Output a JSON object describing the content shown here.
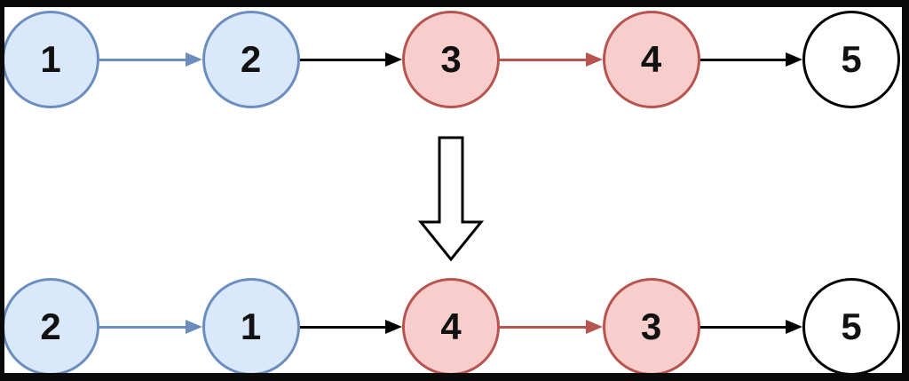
{
  "diagram": {
    "rows": [
      {
        "nodes": [
          {
            "label": "1",
            "type": "blue"
          },
          {
            "label": "2",
            "type": "blue"
          },
          {
            "label": "3",
            "type": "red"
          },
          {
            "label": "4",
            "type": "red"
          },
          {
            "label": "5",
            "type": "white"
          }
        ],
        "arrows": [
          "blue",
          "black",
          "red",
          "black"
        ]
      },
      {
        "nodes": [
          {
            "label": "2",
            "type": "blue"
          },
          {
            "label": "1",
            "type": "blue"
          },
          {
            "label": "4",
            "type": "red"
          },
          {
            "label": "3",
            "type": "red"
          },
          {
            "label": "5",
            "type": "white"
          }
        ],
        "arrows": [
          "blue",
          "black",
          "red",
          "black"
        ]
      }
    ],
    "transform_icon": "down-arrow",
    "colors": {
      "blue_fill": "#dae8fc",
      "blue_stroke": "#6c8ebf",
      "red_fill": "#f8cecc",
      "red_stroke": "#b85450",
      "white_fill": "#ffffff",
      "black_stroke": "#000000",
      "blue_arrow": "#6c8ebf",
      "red_arrow": "#b85450",
      "black_arrow": "#000000",
      "frame": "#0a0a0a"
    }
  }
}
